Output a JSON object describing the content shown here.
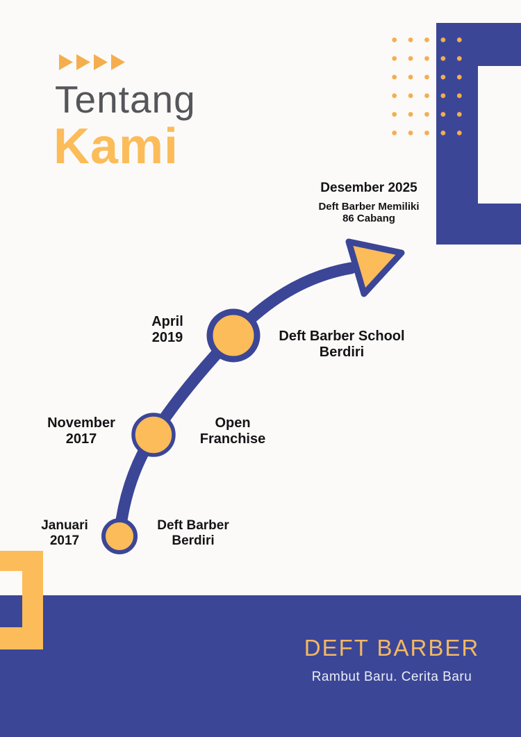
{
  "header": {
    "title_line1": "Tentang",
    "title_line2": "Kami"
  },
  "timeline": {
    "milestones": [
      {
        "date_l1": "Januari",
        "date_l2": "2017",
        "label_l1": "Deft Barber",
        "label_l2": "Berdiri"
      },
      {
        "date_l1": "November",
        "date_l2": "2017",
        "label_l1": "Open",
        "label_l2": "Franchise"
      },
      {
        "date_l1": "April",
        "date_l2": "2019",
        "label_l1": "Deft Barber School",
        "label_l2": "Berdiri"
      },
      {
        "date": "Desember 2025",
        "label_l1": "Deft Barber Memiliki",
        "label_l2": "86 Cabang"
      }
    ]
  },
  "footer": {
    "brand": "DEFT BARBER",
    "tagline": "Rambut Baru. Cerita Baru"
  },
  "colors": {
    "blue": "#3B4697",
    "orange": "#FBBC59",
    "orange_deep": "#F5AE4E",
    "title_gray": "#55565A",
    "background": "#FBFAF8",
    "text_dark": "#141417",
    "footer_brand": "#F3B863",
    "footer_tagline": "#EAEDF6"
  }
}
